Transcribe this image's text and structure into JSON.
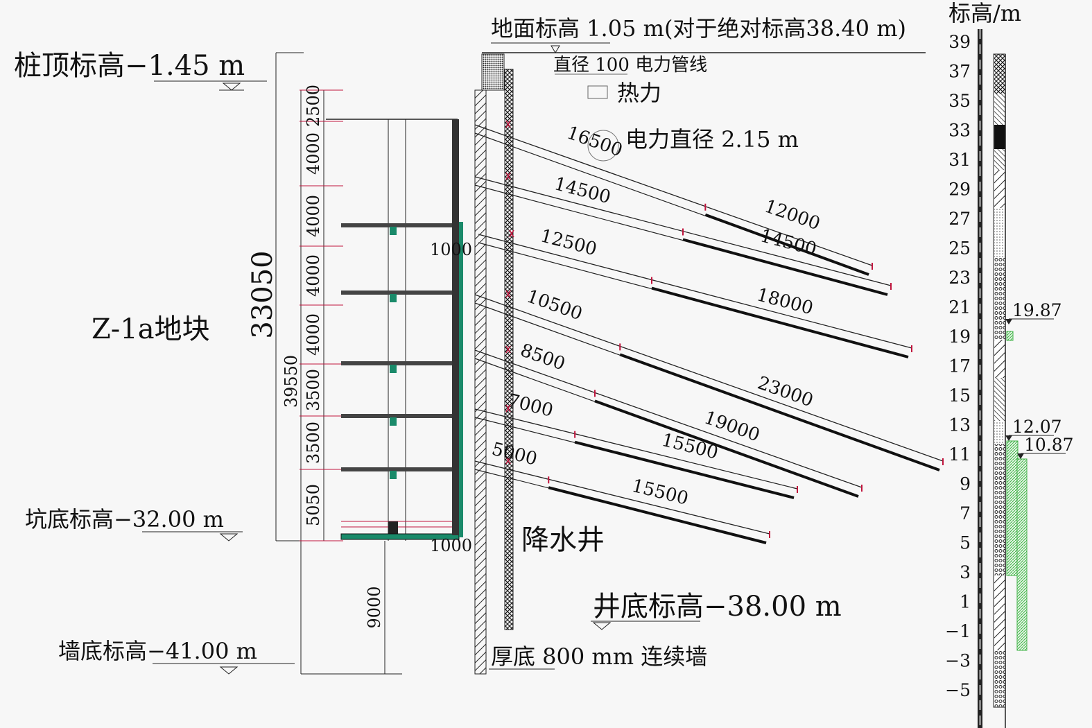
{
  "labels": {
    "ground_level": "地面标高 1.05 m(对于绝对标高38.40 m)",
    "pile_top": "桩顶标高−1.45 m",
    "power_pipe": "直径 100 电力管线",
    "heat": "热力",
    "power_dia": "电力直径 2.15 m",
    "site": "Z-1a地块",
    "pit_bottom": "坑底标高−32.00 m",
    "wall_bottom": "墙底标高−41.00 m",
    "dewatering_well": "降水井",
    "well_bottom": "井底标高−38.00 m",
    "wall_desc": "厚底 800 mm 连续墙",
    "scale_title": "标高/m"
  },
  "dimensions": {
    "total_depth": "33050",
    "wall_length": "39550",
    "embed": "9000",
    "spacing_1000_top": "1000",
    "spacing_1000_bottom": "1000",
    "segments": [
      "2500",
      "4000",
      "4000",
      "4000",
      "4000",
      "3500",
      "3500",
      "5050"
    ]
  },
  "anchors": [
    {
      "free": "16500",
      "bond": "12000"
    },
    {
      "free": "14500",
      "bond": "14500"
    },
    {
      "free": "12500",
      "bond": "18000"
    },
    {
      "free": "10500",
      "bond": "23000"
    },
    {
      "free": "8500",
      "bond": "19000"
    },
    {
      "free": "7000",
      "bond": "15500"
    },
    {
      "free": "5000",
      "bond": "15500"
    }
  ],
  "elevation_scale": [
    "39",
    "37",
    "35",
    "33",
    "31",
    "29",
    "27",
    "25",
    "23",
    "21",
    "19",
    "17",
    "15",
    "13",
    "11",
    "9",
    "7",
    "5",
    "3",
    "1",
    "−1",
    "−3",
    "−5"
  ],
  "water_levels": [
    "19.87",
    "12.07",
    "10.87"
  ],
  "colors": {
    "strut_green": "#1a8a6a",
    "anchor_red": "#c0143c",
    "screen_green": "#3cb043"
  }
}
